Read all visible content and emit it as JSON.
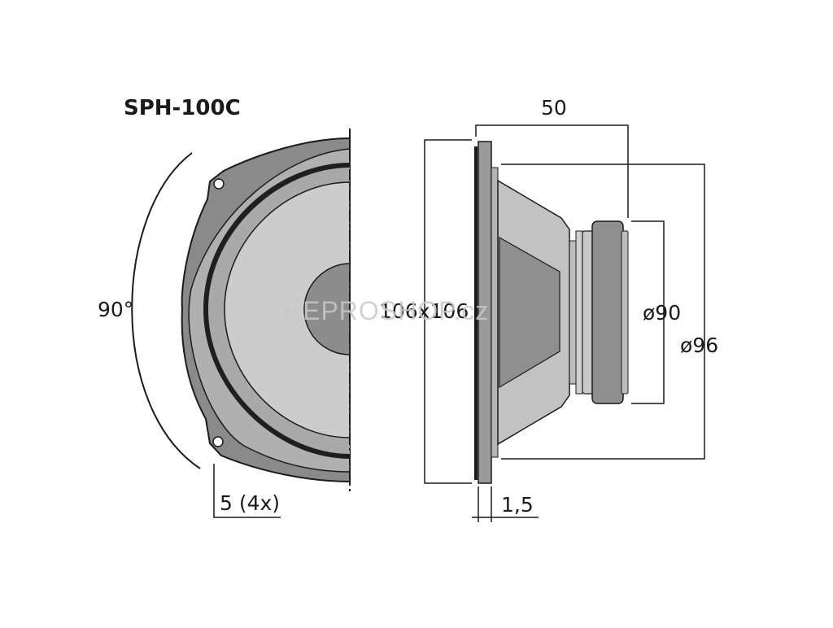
{
  "model": "SPH-100C",
  "dimensions": {
    "angle": "90°",
    "hole": "5 (4x)",
    "depth": "50",
    "frame_size": "106x106",
    "diameter_small": "ø90",
    "diameter_large": "ø96",
    "flange": "1,5"
  },
  "watermark": "REPROSHOP.cz",
  "colors": {
    "frame": "#8a8a8a",
    "cone": "#c8c8c8",
    "dust_cap": "#8c8c8c",
    "outline": "#1a1a1a",
    "background": "#ffffff"
  }
}
